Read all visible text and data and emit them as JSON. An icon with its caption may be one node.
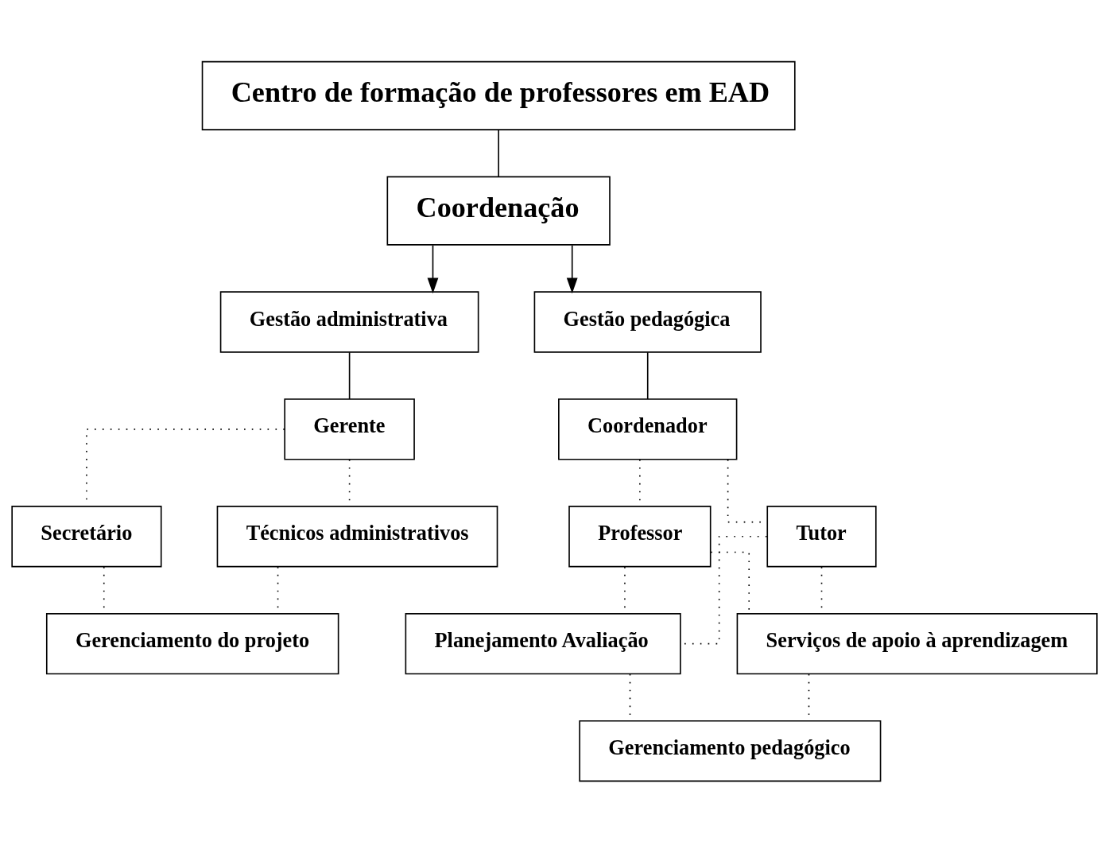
{
  "diagram": {
    "nodes": [
      {
        "text": [
          "Centro de formação de professores em EAD"
        ]
      },
      {
        "text": [
          "Coordenação"
        ]
      },
      {
        "text": [
          "Gestão administrativa"
        ]
      },
      {
        "text": [
          "Gestão pedagógica"
        ]
      },
      {
        "text": [
          "Gerente"
        ]
      },
      {
        "text": [
          "Coordenador"
        ]
      },
      {
        "text": [
          "Secretário"
        ]
      },
      {
        "text": [
          "Técnicos administrativos"
        ]
      },
      {
        "text": [
          "Gerenciamento do projeto"
        ]
      },
      {
        "text": [
          "Professor"
        ]
      },
      {
        "text": [
          "Tutor"
        ]
      },
      {
        "text": [
          "Planejamento Avaliação"
        ]
      },
      {
        "text": [
          "Serviços de apoio à aprendizagem"
        ]
      },
      {
        "text": [
          "Gerenciamento pedagógico"
        ]
      }
    ],
    "edges": [
      {
        "from": 0,
        "to": 1,
        "arrow": "none"
      },
      {
        "from": 1,
        "to": 2,
        "arrow": "to"
      },
      {
        "from": 1,
        "to": 3,
        "arrow": "to"
      },
      {
        "from": 2,
        "to": 4,
        "arrow": "none"
      },
      {
        "from": 3,
        "to": 5,
        "arrow": "none"
      },
      {
        "from": 4,
        "to": 6,
        "arrow": "none",
        "style": "dashed"
      },
      {
        "from": 4,
        "to": 7,
        "arrow": "none",
        "style": "dashed"
      },
      {
        "from": 6,
        "to": 8,
        "arrow": "none",
        "style": "dashed"
      },
      {
        "from": 7,
        "to": 8,
        "arrow": "none",
        "style": "dashed"
      },
      {
        "from": 5,
        "to": 9,
        "arrow": "none",
        "style": "dashed"
      },
      {
        "from": 5,
        "to": 10,
        "arrow": "none",
        "style": "dashed"
      },
      {
        "from": 9,
        "to": 11,
        "arrow": "none",
        "style": "dashed"
      },
      {
        "from": 9,
        "to": 12,
        "arrow": "none",
        "style": "dashed"
      },
      {
        "from": 10,
        "to": 11,
        "arrow": "none",
        "style": "dashed"
      },
      {
        "from": 10,
        "to": 12,
        "arrow": "none",
        "style": "dashed"
      },
      {
        "from": 11,
        "to": 13,
        "arrow": "none",
        "style": "dashed"
      },
      {
        "from": 12,
        "to": 13,
        "arrow": "none",
        "style": "dashed"
      }
    ]
  }
}
